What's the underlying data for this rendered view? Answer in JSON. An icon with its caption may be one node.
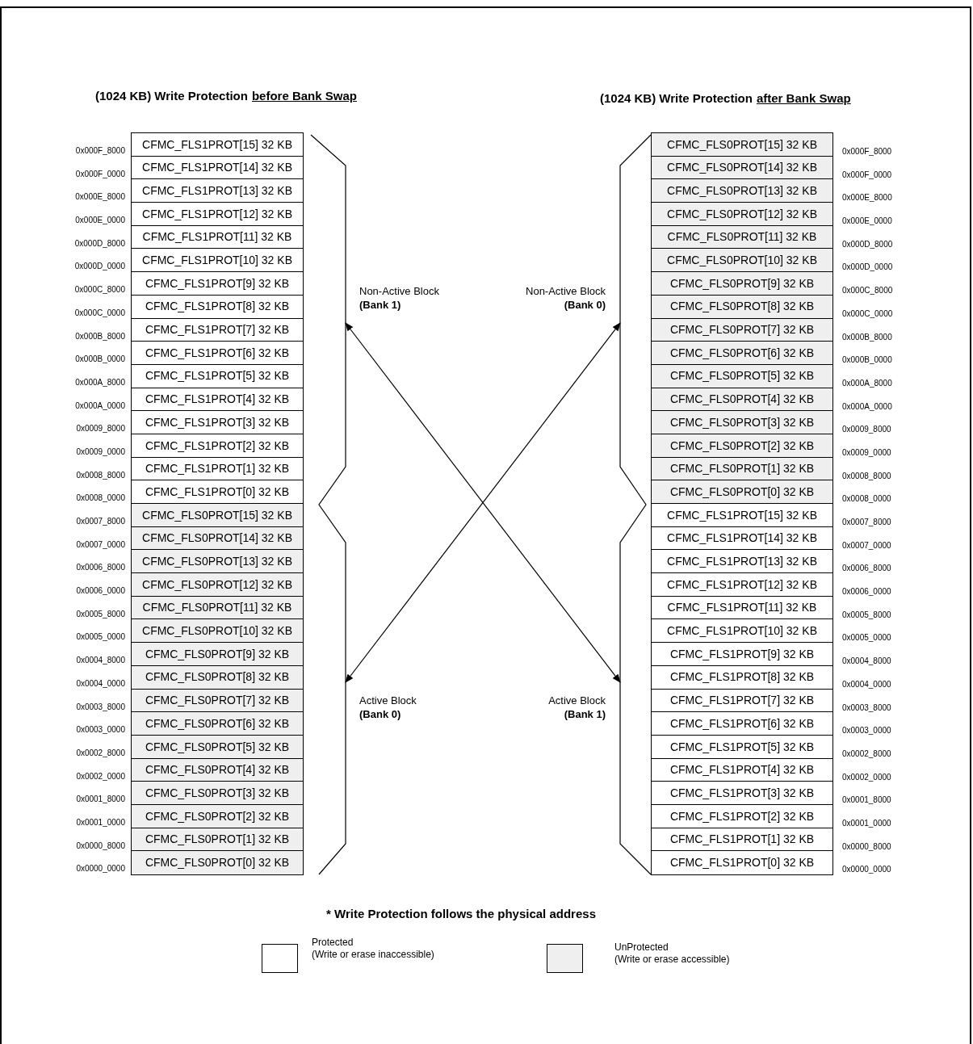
{
  "diagram": {
    "nodes": [
      {
        "text": [
          "CFMC_FLS1PROT[15] 32 KB"
        ]
      },
      {
        "text": [
          "CFMC_FLS1PROT[14] 32 KB"
        ]
      },
      {
        "text": [
          "CFMC_FLS1PROT[13] 32 KB"
        ]
      },
      {
        "text": [
          "CFMC_FLS1PROT[12] 32 KB"
        ]
      },
      {
        "text": [
          "CFMC_FLS1PROT[11] 32 KB"
        ]
      },
      {
        "text": [
          "CFMC_FLS1PROT[10] 32 KB"
        ]
      },
      {
        "text": [
          "CFMC_FLS1PROT[9] 32 KB"
        ]
      },
      {
        "text": [
          "CFMC_FLS1PROT[8] 32 KB"
        ]
      },
      {
        "text": [
          "CFMC_FLS1PROT[7] 32 KB"
        ]
      },
      {
        "text": [
          "CFMC_FLS1PROT[6] 32 KB"
        ]
      },
      {
        "text": [
          "CFMC_FLS1PROT[5] 32 KB"
        ]
      },
      {
        "text": [
          "CFMC_FLS1PROT[4] 32 KB"
        ]
      },
      {
        "text": [
          "CFMC_FLS1PROT[3] 32 KB"
        ]
      },
      {
        "text": [
          "CFMC_FLS1PROT[2] 32 KB"
        ]
      },
      {
        "text": [
          "CFMC_FLS1PROT[1] 32 KB"
        ]
      },
      {
        "text": [
          "CFMC_FLS1PROT[0] 32 KB"
        ]
      },
      {
        "text": [
          "CFMC_FLS0PROT[15] 32 KB"
        ]
      },
      {
        "text": [
          "CFMC_FLS0PROT[14] 32 KB"
        ]
      },
      {
        "text": [
          "CFMC_FLS0PROT[13] 32 KB"
        ]
      },
      {
        "text": [
          "CFMC_FLS0PROT[12] 32 KB"
        ]
      },
      {
        "text": [
          "CFMC_FLS0PROT[11] 32 KB"
        ]
      },
      {
        "text": [
          "CFMC_FLS0PROT[10] 32 KB"
        ]
      },
      {
        "text": [
          "CFMC_FLS0PROT[9] 32 KB"
        ]
      },
      {
        "text": [
          "CFMC_FLS0PROT[8] 32 KB"
        ]
      },
      {
        "text": [
          "CFMC_FLS0PROT[7] 32 KB"
        ]
      },
      {
        "text": [
          "CFMC_FLS0PROT[6] 32 KB"
        ]
      },
      {
        "text": [
          "CFMC_FLS0PROT[5] 32 KB"
        ]
      },
      {
        "text": [
          "CFMC_FLS0PROT[4] 32 KB"
        ]
      },
      {
        "text": [
          "CFMC_FLS0PROT[3] 32 KB"
        ]
      },
      {
        "text": [
          "CFMC_FLS0PROT[2] 32 KB"
        ]
      },
      {
        "text": [
          "CFMC_FLS0PROT[1] 32 KB"
        ]
      },
      {
        "text": [
          "CFMC_FLS0PROT[0] 32 KB"
        ]
      },
      {
        "text": [
          "Non-Active Block",
          "(Bank 1)"
        ]
      },
      {
        "text": [
          "Non-Active Block",
          "(Bank 0)"
        ]
      },
      {
        "text": [
          "Active Block",
          "(Bank 0)"
        ]
      },
      {
        "text": [
          "Active Block",
          "(Bank 1)"
        ]
      },
      {
        "text": [
          "CFMC_FLS0PROT[15] 32 KB"
        ]
      },
      {
        "text": [
          "CFMC_FLS0PROT[14] 32 KB"
        ]
      },
      {
        "text": [
          "CFMC_FLS0PROT[13] 32 KB"
        ]
      },
      {
        "text": [
          "CFMC_FLS0PROT[12] 32 KB"
        ]
      },
      {
        "text": [
          "CFMC_FLS0PROT[11] 32 KB"
        ]
      },
      {
        "text": [
          "CFMC_FLS0PROT[10] 32 KB"
        ]
      },
      {
        "text": [
          "CFMC_FLS0PROT[9] 32 KB"
        ]
      },
      {
        "text": [
          "CFMC_FLS0PROT[8] 32 KB"
        ]
      },
      {
        "text": [
          "CFMC_FLS0PROT[7] 32 KB"
        ]
      },
      {
        "text": [
          "CFMC_FLS0PROT[6] 32 KB"
        ]
      },
      {
        "text": [
          "CFMC_FLS0PROT[5] 32 KB"
        ]
      },
      {
        "text": [
          "CFMC_FLS0PROT[4] 32 KB"
        ]
      },
      {
        "text": [
          "CFMC_FLS0PROT[3] 32 KB"
        ]
      },
      {
        "text": [
          "CFMC_FLS0PROT[2] 32 KB"
        ]
      },
      {
        "text": [
          "CFMC_FLS0PROT[1] 32 KB"
        ]
      },
      {
        "text": [
          "CFMC_FLS0PROT[0] 32 KB"
        ]
      },
      {
        "text": [
          "CFMC_FLS1PROT[15] 32 KB"
        ]
      },
      {
        "text": [
          "CFMC_FLS1PROT[14] 32 KB"
        ]
      },
      {
        "text": [
          "CFMC_FLS1PROT[13] 32 KB"
        ]
      },
      {
        "text": [
          "CFMC_FLS1PROT[12] 32 KB"
        ]
      },
      {
        "text": [
          "CFMC_FLS1PROT[11] 32 KB"
        ]
      },
      {
        "text": [
          "CFMC_FLS1PROT[10] 32 KB"
        ]
      },
      {
        "text": [
          "CFMC_FLS1PROT[9] 32 KB"
        ]
      },
      {
        "text": [
          "CFMC_FLS1PROT[8] 32 KB"
        ]
      },
      {
        "text": [
          "CFMC_FLS1PROT[7] 32 KB"
        ]
      },
      {
        "text": [
          "CFMC_FLS1PROT[6] 32 KB"
        ]
      },
      {
        "text": [
          "CFMC_FLS1PROT[5] 32 KB"
        ]
      },
      {
        "text": [
          "CFMC_FLS1PROT[4] 32 KB"
        ]
      },
      {
        "text": [
          "CFMC_FLS1PROT[3] 32 KB"
        ]
      },
      {
        "text": [
          "CFMC_FLS1PROT[2] 32 KB"
        ]
      },
      {
        "text": [
          "CFMC_FLS1PROT[1] 32 KB"
        ]
      },
      {
        "text": [
          "CFMC_FLS1PROT[0] 32 KB"
        ]
      }
    ],
    "edges": [
      {
        "from": 32,
        "to": 35,
        "arrow": "both"
      },
      {
        "from": 34,
        "to": 33,
        "arrow": "both"
      }
    ],
    "labels": [
      "(1024 KB) Write Protection",
      "before Bank Swap",
      "(1024 KB) Write Protection",
      "after Bank Swap",
      "0x000F_8000",
      "0x000F_0000",
      "0x000E_8000",
      "0x000E_0000",
      "0x000D_8000",
      "0x000D_0000",
      "0x000C_8000",
      "0x000C_0000",
      "0x000B_8000",
      "0x000B_0000",
      "0x000A_8000",
      "0x000A_0000",
      "0x0009_8000",
      "0x0009_0000",
      "0x0008_8000",
      "0x0008_0000",
      "0x0007_8000",
      "0x0007_0000",
      "0x0006_8000",
      "0x0006_0000",
      "0x0005_8000",
      "0x0005_0000",
      "0x0004_8000",
      "0x0004_0000",
      "0x0003_8000",
      "0x0003_0000",
      "0x0002_8000",
      "0x0002_0000",
      "0x0001_8000",
      "0x0001_0000",
      "0x0000_8000",
      "0x0000_0000",
      "0x000F_8000",
      "0x000F_0000",
      "0x000E_8000",
      "0x000E_0000",
      "0x000D_8000",
      "0x000D_0000",
      "0x000C_8000",
      "0x000C_0000",
      "0x000B_8000",
      "0x000B_0000",
      "0x000A_8000",
      "0x000A_0000",
      "0x0009_8000",
      "0x0009_0000",
      "0x0008_8000",
      "0x0008_0000",
      "0x0007_8000",
      "0x0007_0000",
      "0x0006_8000",
      "0x0006_0000",
      "0x0005_8000",
      "0x0005_0000",
      "0x0004_8000",
      "0x0004_0000",
      "0x0003_8000",
      "0x0003_0000",
      "0x0002_8000",
      "0x0002_0000",
      "0x0001_8000",
      "0x0001_0000",
      "0x0000_8000",
      "0x0000_0000",
      "* Write Protection follows the physical address"
    ],
    "legend": [
      {
        "text": "Protected (Write or erase inaccessible)",
        "color": "#ffffff"
      },
      {
        "text": "UnProtected (Write or erase accessible)",
        "color": "#efefef"
      }
    ]
  }
}
